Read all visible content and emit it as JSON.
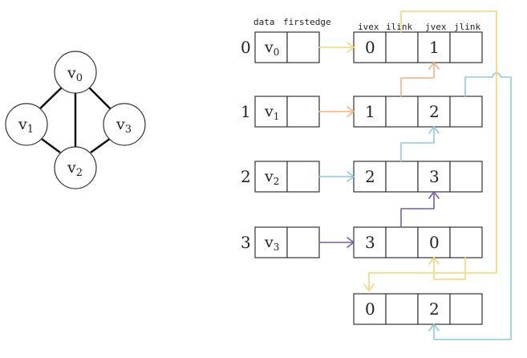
{
  "graph": {
    "vertices": [
      {
        "id": "v0",
        "label": "v",
        "sub": "0"
      },
      {
        "id": "v1",
        "label": "v",
        "sub": "1"
      },
      {
        "id": "v2",
        "label": "v",
        "sub": "2"
      },
      {
        "id": "v3",
        "label": "v",
        "sub": "3"
      }
    ],
    "edges": [
      [
        "v0",
        "v1"
      ],
      [
        "v0",
        "v2"
      ],
      [
        "v0",
        "v3"
      ],
      [
        "v1",
        "v2"
      ],
      [
        "v2",
        "v3"
      ]
    ]
  },
  "headers": {
    "data": "data",
    "firstedge": "firstedge",
    "ivex": "ivex",
    "ilink": "ilink",
    "jvex": "jvex",
    "jlink": "jlink"
  },
  "vertex_table": [
    {
      "index": "0",
      "label": "v",
      "sub": "0"
    },
    {
      "index": "1",
      "label": "v",
      "sub": "1"
    },
    {
      "index": "2",
      "label": "v",
      "sub": "2"
    },
    {
      "index": "3",
      "label": "v",
      "sub": "3"
    }
  ],
  "edge_nodes": [
    {
      "ivex": "0",
      "jvex": "1"
    },
    {
      "ivex": "1",
      "jvex": "2"
    },
    {
      "ivex": "2",
      "jvex": "3"
    },
    {
      "ivex": "3",
      "jvex": "0"
    },
    {
      "ivex": "0",
      "jvex": "2"
    }
  ],
  "colors": {
    "yellow": "#f6d67a",
    "orange": "#f4b183",
    "blue": "#8fc9de",
    "purple": "#7b5aa6",
    "line": "#222222"
  }
}
